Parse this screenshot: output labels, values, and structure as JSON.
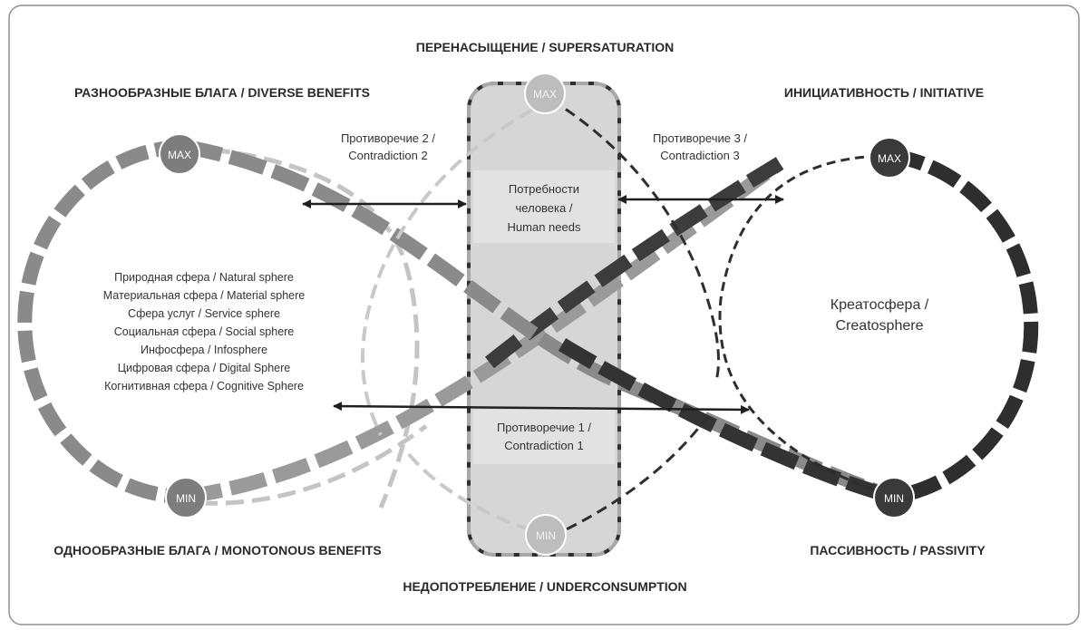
{
  "headings": {
    "top": "ПЕРЕНАСЫЩЕНИЕ / SUPERSATURATION",
    "bottom": "НЕДОПОТРЕБЛЕНИЕ / UNDERCONSUMPTION",
    "top_left": "РАЗНООБРАЗНЫЕ БЛАГА / DIVERSE BENEFITS",
    "bottom_left": "ОДНООБРАЗНЫЕ БЛАГА / MONOTONOUS BENEFITS",
    "top_right": "ИНИЦИАТИВНОСТЬ / INITIATIVE",
    "bottom_right": "ПАССИВНОСТЬ / PASSIVITY"
  },
  "contradictions": {
    "c1": [
      "Противоречие 1 /",
      "Contradiction 1"
    ],
    "c2": [
      "Противоречие 2 /",
      "Contradiction 2"
    ],
    "c3": [
      "Противоречие 3 /",
      "Contradiction 3"
    ]
  },
  "center_box": [
    "Потребности",
    "человека /",
    "Human needs"
  ],
  "spheres": [
    "Природная сфера / Natural sphere",
    "Материальная сфера / Material sphere",
    "Сфера услуг / Service sphere",
    "Социальная сфера / Social sphere",
    "Инфосфера / Infosphere",
    "Цифровая сфера / Digital Sphere",
    "Когнитивная сфера / Cognitive Sphere"
  ],
  "creatosphere": [
    "Креатосфера /",
    "Creatosphere"
  ],
  "nodes": {
    "max": "MAX",
    "min": "MIN"
  },
  "colors": {
    "left_loop": "#8a8a8a",
    "right_loop": "#2e2e2e",
    "light_dash": "#c4c4c4",
    "center_fill": "#d4d4d4",
    "node_left": "#7d7d7d",
    "node_right": "#3a3a3a",
    "node_center": "#bdbdbd"
  }
}
